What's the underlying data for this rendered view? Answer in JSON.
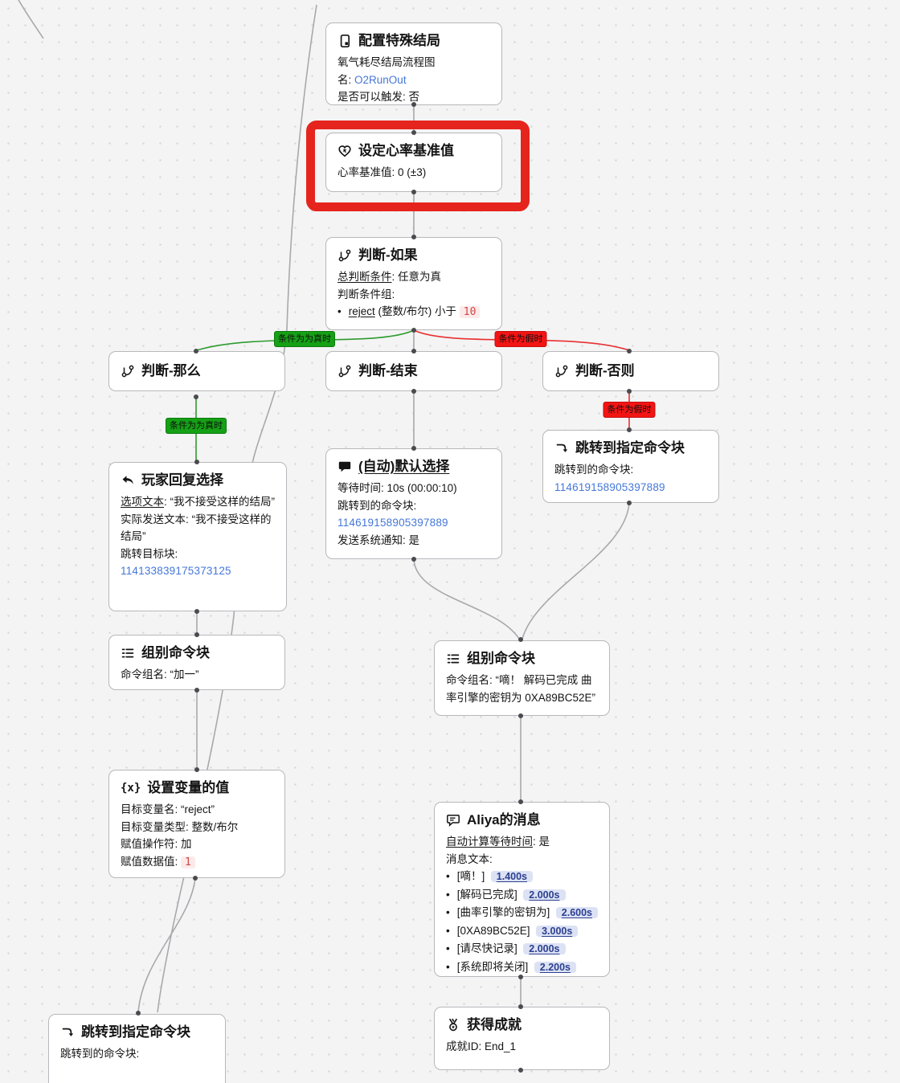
{
  "edge_labels": {
    "true_text": "条件为为真时",
    "false_text": "条件为假时"
  },
  "colors": {
    "true_green": "#15a015",
    "false_red": "#f31414",
    "highlight_red": "#e5251d",
    "link_blue": "#4477d9",
    "value_red": "#d04545",
    "badge_bg": "#dce2f4",
    "badge_text": "#2b3f8f"
  },
  "icons": {
    "config": "document-icon",
    "heart": "heart-rate-icon",
    "branch": "branch-icon",
    "reply": "reply-arrow-icon",
    "chat_solid": "chat-bubble-solid-icon",
    "list": "list-icon",
    "variable": "variable-icon",
    "chat_outline": "chat-bubble-outline-icon",
    "jump": "jump-arrow-icon",
    "medal": "medal-icon"
  },
  "nodes": {
    "config": {
      "title": "配置特殊结局",
      "desc": "氧气耗尽结局流程图",
      "name_label": "名:",
      "name_value": "O2RunOut",
      "trigger_label": "是否可以触发:",
      "trigger_value": "否"
    },
    "heart": {
      "title": "设定心率基准值",
      "base_label": "心率基准值:",
      "base_value": "0 (±3)"
    },
    "if_node": {
      "title": "判断-如果",
      "cond_label": "总判断条件",
      "cond_value": ": 任意为真",
      "group_label": "判断条件组:",
      "bullet_dot": "•",
      "bullet_var": "reject",
      "bullet_mid": "(整数/布尔) 小于",
      "bullet_value": "10"
    },
    "then_node": {
      "title": "判断-那么"
    },
    "end_node": {
      "title": "判断-结束"
    },
    "else_node": {
      "title": "判断-否则"
    },
    "jump_right": {
      "title": "跳转到指定命令块",
      "target_label": "跳转到的命令块:",
      "target_value": "114619158905397889"
    },
    "player_reply": {
      "title": "玩家回复选择",
      "option_label": "选项文本",
      "option_value": ": “我不接受这样的结局”",
      "send_label": "实际发送文本:",
      "send_value": "“我不接受这样的结局”",
      "jump_label": "跳转目标块:",
      "jump_value": "114133839175373125"
    },
    "auto_default": {
      "title": "(自动)默认选择",
      "wait_label": "等待时间:",
      "wait_value": "10s (00:00:10)",
      "target_label": "跳转到的命令块:",
      "target_value": "114619158905397889",
      "notify_label": "发送系统通知:",
      "notify_value": "是"
    },
    "group_left": {
      "title": "组别命令块",
      "name_label": "命令组名:",
      "name_value": "“加一”"
    },
    "group_right": {
      "title": "组别命令块",
      "name_label": "命令组名:",
      "name_value": "“嘀！ 解码已完成 曲率引擎的密钥为 0XA89BC52E”"
    },
    "set_var": {
      "title": "设置变量的值",
      "var_label": "目标变量名:",
      "var_value": "“reject”",
      "type_label": "目标变量类型:",
      "type_value": "整数/布尔",
      "op_label": "赋值操作符:",
      "op_value": "加",
      "data_label": "赋值数据值:",
      "data_value": "1"
    },
    "aliya": {
      "title": "Aliya的消息",
      "auto_label": "自动计算等待时间",
      "auto_value": ": 是",
      "msg_label": "消息文本:",
      "bullet_dot": "•",
      "messages": [
        {
          "text": "[嘀！]",
          "duration": "1.400s"
        },
        {
          "text": "[解码已完成]",
          "duration": "2.000s"
        },
        {
          "text": "[曲率引擎的密钥为]",
          "duration": "2.600s"
        },
        {
          "text": "[0XA89BC52E]",
          "duration": "3.000s"
        },
        {
          "text": "[请尽快记录]",
          "duration": "2.000s"
        },
        {
          "text": "[系统即将关闭]",
          "duration": "2.200s"
        }
      ]
    },
    "achievement": {
      "title": "获得成就",
      "id_label": "成就ID:",
      "id_value": "End_1"
    },
    "jump_bottom": {
      "title": "跳转到指定命令块",
      "target_label": "跳转到的命令块:"
    }
  }
}
